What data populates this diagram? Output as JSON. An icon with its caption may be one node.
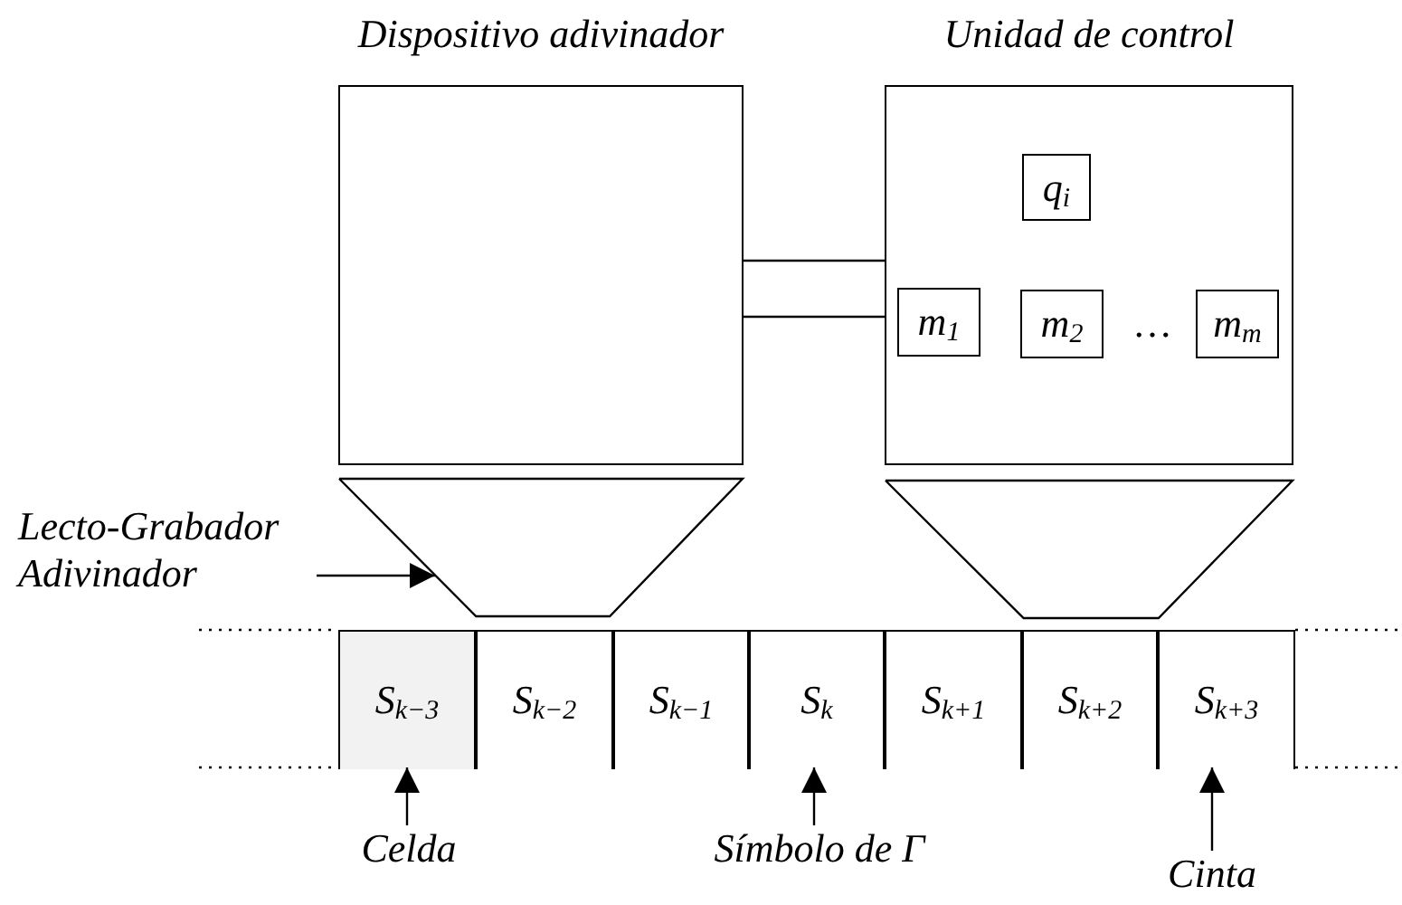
{
  "diagram": {
    "nodes": [
      {
        "text": [
          "Dispositivo adivinador"
        ]
      },
      {
        "text": [
          "Unidad de control"
        ]
      },
      {
        "text": [
          "q$_{i}$"
        ],
        "in": 1
      },
      {
        "text": [
          "m$_{1}$"
        ],
        "in": 1
      },
      {
        "text": [
          "m$_{2}$"
        ],
        "in": 1
      },
      {
        "text": [
          "m$_{m}$"
        ],
        "in": 1
      },
      {
        "text": [],
        "shape": "trapezoid"
      },
      {
        "text": [],
        "shape": "trapezoid"
      },
      {
        "text": [],
        "shape": "bar"
      },
      {
        "text": [
          "S$_{k−3}$"
        ],
        "in": 8
      },
      {
        "text": [
          "S$_{k−2}$"
        ],
        "in": 8
      },
      {
        "text": [
          "S$_{k−1}$"
        ],
        "in": 8
      },
      {
        "text": [
          "S$_{k}$"
        ],
        "in": 8
      },
      {
        "text": [
          "S$_{k+1}$"
        ],
        "in": 8
      },
      {
        "text": [
          "S$_{k+2}$"
        ],
        "in": 8
      },
      {
        "text": [
          "S$_{k+3}$"
        ],
        "in": 8
      },
      {
        "text": [
          "Lecto-Grabador Adivinador"
        ]
      },
      {
        "text": [
          "Celda"
        ]
      },
      {
        "text": [
          "Símbolo de Γ"
        ]
      },
      {
        "text": [
          "Cinta"
        ]
      }
    ],
    "edges": [
      {
        "from": 0,
        "to": 1,
        "arrow": "none"
      },
      {
        "from": 0,
        "to": 1,
        "arrow": "none"
      },
      {
        "from": 16,
        "to": 6,
        "arrow": "to"
      },
      {
        "from": 17,
        "to": 9,
        "arrow": "to"
      },
      {
        "from": 18,
        "to": 12,
        "arrow": "to"
      },
      {
        "from": 19,
        "to": 8,
        "arrow": "to"
      }
    ],
    "labels": [
      "…"
    ]
  }
}
